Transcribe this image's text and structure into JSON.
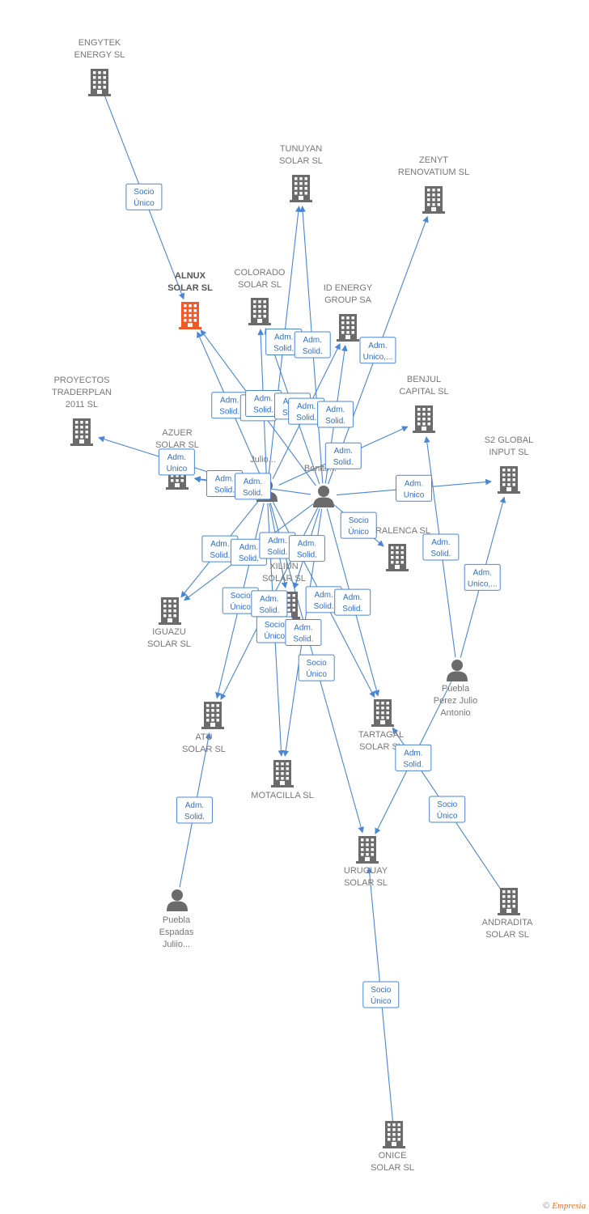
{
  "colors": {
    "edge": "#4a86d6",
    "node": "#6b6b6b",
    "focus": "#f05a28",
    "label": "#777777"
  },
  "footer": {
    "symbol": "©",
    "brand": "Empresia"
  },
  "nodes": [
    {
      "id": "engytek",
      "type": "company",
      "lines": [
        "ENGYTEK",
        "ENERGY  SL"
      ]
    },
    {
      "id": "alnux",
      "type": "company",
      "focus": true,
      "lines": [
        "ALNUX",
        "SOLAR  SL"
      ]
    },
    {
      "id": "tunuyan",
      "type": "company",
      "lines": [
        "TUNUYAN",
        "SOLAR  SL"
      ]
    },
    {
      "id": "zenyt",
      "type": "company",
      "lines": [
        "ZENYT",
        "RENOVATIUM SL"
      ]
    },
    {
      "id": "colorado",
      "type": "company",
      "lines": [
        "COLORADO",
        "SOLAR  SL"
      ]
    },
    {
      "id": "idenergy",
      "type": "company",
      "lines": [
        "ID ENERGY",
        "GROUP SA"
      ]
    },
    {
      "id": "proyectos",
      "type": "company",
      "lines": [
        "PROYECTOS",
        "TRADERPLAN",
        "2011 SL"
      ]
    },
    {
      "id": "benjul",
      "type": "company",
      "lines": [
        "BENJUL",
        "CAPITAL  SL"
      ]
    },
    {
      "id": "azuer",
      "type": "company",
      "lines": [
        "AZUER",
        "SOLAR SL"
      ]
    },
    {
      "id": "s2global",
      "type": "company",
      "lines": [
        "S2 GLOBAL",
        "INPUT  SL"
      ]
    },
    {
      "id": "julio",
      "type": "person",
      "lines": [
        "Julio..."
      ]
    },
    {
      "id": "benito",
      "type": "person",
      "lines": [
        "Benito..."
      ]
    },
    {
      "id": "paralenca",
      "type": "company",
      "lines": [
        "PARALENCA SL"
      ]
    },
    {
      "id": "xiliun",
      "type": "company",
      "lines": [
        "XILIUN",
        "SOLAR  SL"
      ]
    },
    {
      "id": "iguazu",
      "type": "company",
      "lines": [
        "IGUAZU",
        "SOLAR  SL"
      ]
    },
    {
      "id": "puebla_perez",
      "type": "person",
      "lines": [
        "Puebla",
        "Perez Julio",
        "Antonio"
      ]
    },
    {
      "id": "atu",
      "type": "company",
      "lines": [
        "ATU",
        "SOLAR SL"
      ]
    },
    {
      "id": "tartagal",
      "type": "company",
      "lines": [
        "TARTAGAL",
        "SOLAR  SL"
      ]
    },
    {
      "id": "motacilla",
      "type": "company",
      "lines": [
        "MOTACILLA SL"
      ]
    },
    {
      "id": "uruguay",
      "type": "company",
      "lines": [
        "URUGUAY",
        "SOLAR  SL"
      ]
    },
    {
      "id": "puebla_espadas",
      "type": "person",
      "lines": [
        "Puebla",
        "Espadas",
        "Juliio..."
      ]
    },
    {
      "id": "andradita",
      "type": "company",
      "lines": [
        "ANDRADITA",
        "SOLAR  SL"
      ]
    },
    {
      "id": "onice",
      "type": "company",
      "lines": [
        "ONICE",
        "SOLAR  SL"
      ]
    }
  ],
  "edges": [
    {
      "from": "engytek",
      "to": "alnux",
      "label": [
        "Socio",
        "Único"
      ]
    },
    {
      "from": "julio",
      "to": "alnux",
      "label": [
        "Adm.",
        "Solid."
      ]
    },
    {
      "from": "benito",
      "to": "alnux",
      "label": [
        "Adm.",
        "Solid."
      ]
    },
    {
      "from": "julio",
      "to": "tunuyan",
      "label": [
        "Adm.",
        "Solid."
      ]
    },
    {
      "from": "benito",
      "to": "tunuyan",
      "label": [
        "Adm.",
        "Solid."
      ]
    },
    {
      "from": "julio",
      "to": "colorado",
      "label": [
        "Adm.",
        "Solid."
      ]
    },
    {
      "from": "benito",
      "to": "colorado",
      "label": [
        "Adm.",
        "Solid."
      ]
    },
    {
      "from": "julio",
      "to": "idenergy",
      "label": [
        "Adm.",
        "Solid."
      ]
    },
    {
      "from": "benito",
      "to": "idenergy",
      "label": [
        "Adm.",
        "Solid."
      ]
    },
    {
      "from": "benito",
      "to": "zenyt",
      "label": [
        "Adm.",
        "Unico,..."
      ]
    },
    {
      "from": "julio",
      "to": "proyectos",
      "label": [
        "Adm.",
        "Unico"
      ]
    },
    {
      "from": "julio",
      "to": "benjul",
      "label": [
        "Adm.",
        "Solid."
      ]
    },
    {
      "from": "benito",
      "to": "s2global",
      "label": [
        "Adm.",
        "Unico"
      ]
    },
    {
      "from": "puebla_perez",
      "to": "benjul",
      "label": [
        "Adm.",
        "Solid."
      ]
    },
    {
      "from": "puebla_perez",
      "to": "s2global",
      "label": [
        "Adm.",
        "Unico,..."
      ]
    },
    {
      "from": "julio",
      "to": "azuer",
      "label": [
        "Adm.",
        "Solid."
      ]
    },
    {
      "from": "benito",
      "to": "azuer",
      "label": [
        "Adm.",
        "Solid."
      ]
    },
    {
      "from": "julio",
      "to": "iguazu",
      "label": [
        "Adm.",
        "Solid."
      ]
    },
    {
      "from": "benito",
      "to": "iguazu",
      "label": [
        "Adm.",
        "Solid."
      ]
    },
    {
      "from": "julio",
      "to": "xiliun",
      "label": [
        "Adm.",
        "Solid."
      ]
    },
    {
      "from": "benito",
      "to": "xiliun",
      "label": [
        "Adm.",
        "Solid."
      ]
    },
    {
      "from": "benito",
      "to": "paralenca",
      "label": [
        "Socio",
        "Único"
      ]
    },
    {
      "from": "julio",
      "to": "atu",
      "label": [
        "Socio",
        "Único"
      ]
    },
    {
      "from": "benito",
      "to": "atu",
      "label": [
        "Adm.",
        "Solid."
      ]
    },
    {
      "from": "julio",
      "to": "motacilla",
      "label": [
        "Socio",
        "Único"
      ]
    },
    {
      "from": "benito",
      "to": "motacilla",
      "label": [
        "Adm.",
        "Solid."
      ]
    },
    {
      "from": "julio",
      "to": "tartagal",
      "label": [
        "Adm.",
        "Solid."
      ]
    },
    {
      "from": "benito",
      "to": "tartagal",
      "label": [
        "Adm.",
        "Solid."
      ]
    },
    {
      "from": "julio",
      "to": "uruguay",
      "label": [
        "Socio",
        "Único"
      ]
    },
    {
      "from": "puebla_perez",
      "to": "uruguay",
      "label": [
        "Adm.",
        "Solid."
      ]
    },
    {
      "from": "puebla_espadas",
      "to": "atu",
      "label": [
        "Adm.",
        "Solid."
      ]
    },
    {
      "from": "andradita",
      "to": "tartagal",
      "label": [
        "Socio",
        "Único"
      ]
    },
    {
      "from": "onice",
      "to": "uruguay",
      "label": [
        "Socio",
        "Único"
      ]
    }
  ]
}
